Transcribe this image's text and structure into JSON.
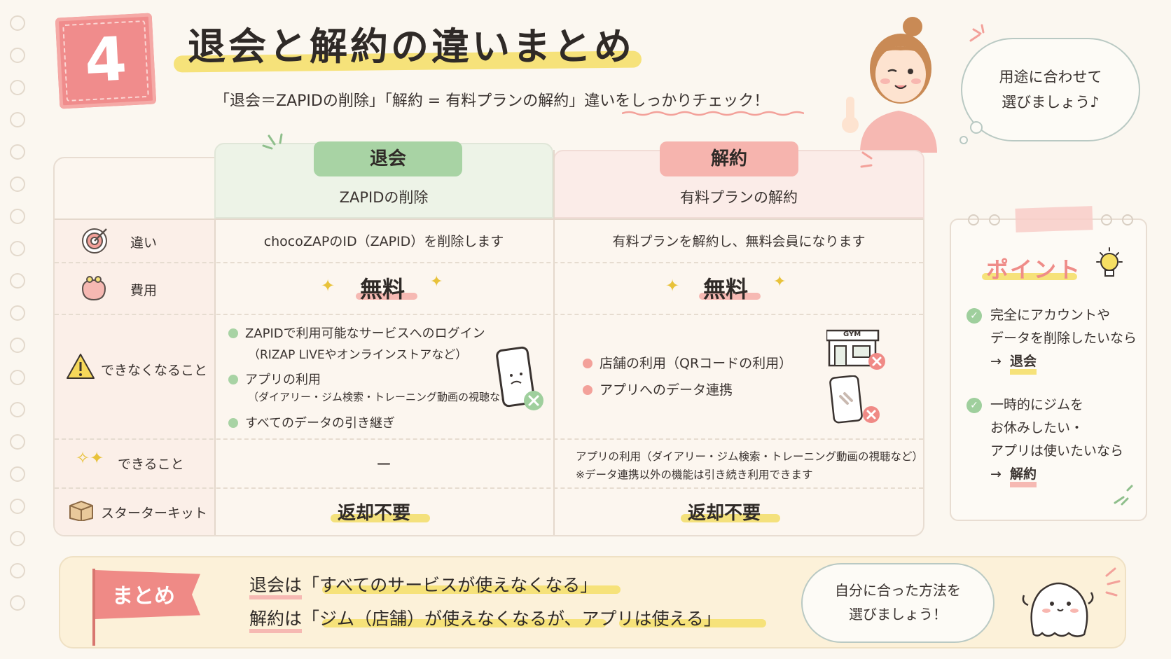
{
  "section_number": "4",
  "title": "退会と解約の違いまとめ",
  "subtitle": "「退会＝ZAPIDの削除」「解約 = 有料プランの解約」違いをしっかりチェック！",
  "bubble_top": {
    "line1": "用途に合わせて",
    "line2": "選びましょう♪"
  },
  "columns": {
    "withdraw": {
      "tab": "退会",
      "sub": "ZAPIDの削除"
    },
    "cancel": {
      "tab": "解約",
      "sub": "有料プランの解約"
    }
  },
  "rows": {
    "difference": {
      "label": "違い",
      "withdraw": "chocoZAPのID（ZAPID）を削除します",
      "cancel": "有料プランを解約し、無料会員になります"
    },
    "cost": {
      "label": "費用",
      "withdraw": "無料",
      "cancel": "無料"
    },
    "lost": {
      "label": "できなくなること",
      "withdraw": {
        "i1a": "ZAPIDで利用可能なサービスへのログイン",
        "i1b": "（RIZAP LIVEやオンラインストアなど）",
        "i2a": "アプリの利用",
        "i2b": "（ダイアリー・ジム検索・トレーニング動画の視聴など）",
        "i3": "すべてのデータの引き継ぎ"
      },
      "cancel": {
        "i1": "店舗の利用（QRコードの利用）",
        "i2": "アプリへのデータ連携",
        "gym_sign": "GYM"
      }
    },
    "can": {
      "label": "できること",
      "withdraw": "ー",
      "cancel_line1": "アプリの利用（ダイアリー・ジム検索・トレーニング動画の視聴など）",
      "cancel_line2": "※データ連携以外の機能は引き続き利用できます"
    },
    "kit": {
      "label": "スターターキット",
      "withdraw": "返却不要",
      "cancel": "返却不要"
    }
  },
  "point": {
    "title": "ポイント",
    "item1": {
      "l1": "完全にアカウントや",
      "l2": "データを削除したいなら",
      "arrow": "→",
      "result": "退会"
    },
    "item2": {
      "l1": "一時的にジムを",
      "l2": "お休みしたい・",
      "l3": "アプリは使いたいなら",
      "arrow": "→",
      "result": "解約"
    }
  },
  "summary": {
    "flag": "まとめ",
    "line1_prefix": "退会は",
    "line1_quote": "「すべてのサービスが使えなくなる」",
    "line2_prefix": "解約は",
    "line2_quote1": "「ジム（店舗）が使えなくなるが、",
    "line2_quote2": "アプリは使える」",
    "bubble_line1": "自分に合った方法を",
    "bubble_line2": "選びましょう！"
  },
  "colors": {
    "green": "#a8d3a4",
    "pink": "#f6b4ae",
    "yellow": "#f6e27a",
    "accent": "#ef8c88"
  }
}
